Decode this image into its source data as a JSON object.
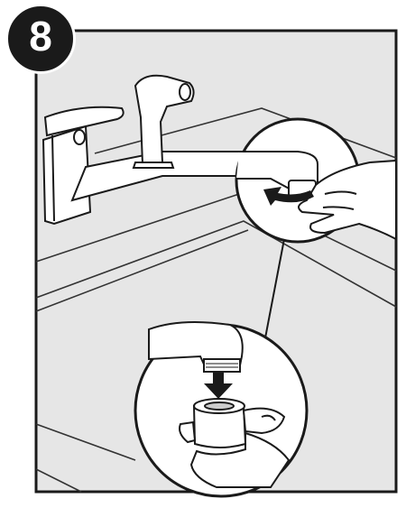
{
  "step": {
    "number": "8"
  },
  "colors": {
    "outline": "#1a1a1a",
    "frame_fill": "#e6e6e6",
    "fill_white": "#ffffff",
    "line": "#222222"
  },
  "icons": [
    "faucet-illustration",
    "sprayer-illustration",
    "hand-illustration",
    "rotate-arrow-icon",
    "down-arrow-icon",
    "aerator-illustration"
  ]
}
